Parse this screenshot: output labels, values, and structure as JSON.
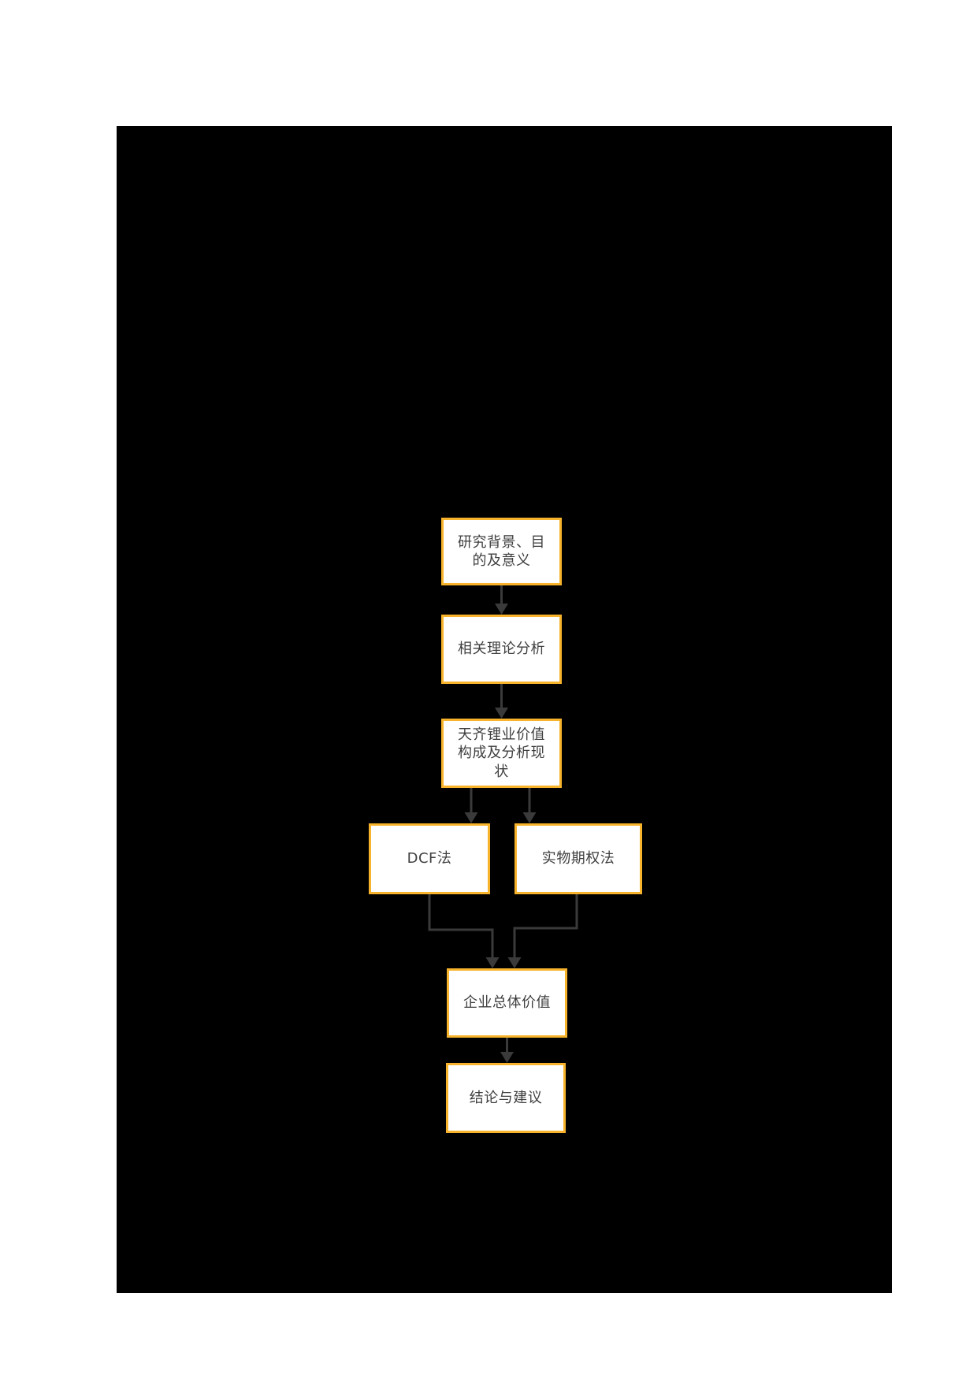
{
  "page": {
    "background_color": "#FFFFFF",
    "canvas_background_color": "#000000"
  },
  "flowchart": {
    "node_border_color": "#F7B32B",
    "node_fill_color": "#FFFFFF",
    "text_color": "#3F3F3F",
    "connector_color": "#3A3A3A",
    "nodes": [
      {
        "id": "research-background",
        "label": "研究背景、目\n的及意义"
      },
      {
        "id": "theory-analysis",
        "label": "相关理论分析"
      },
      {
        "id": "tianqi-value-composition",
        "label": "天齐锂业价值\n构成及分析现\n状"
      },
      {
        "id": "dcf-method",
        "label": "DCF法"
      },
      {
        "id": "real-options-method",
        "label": "实物期权法"
      },
      {
        "id": "enterprise-total-value",
        "label": "企业总体价值"
      },
      {
        "id": "conclusion-suggestions",
        "label": "结论与建议"
      }
    ]
  }
}
